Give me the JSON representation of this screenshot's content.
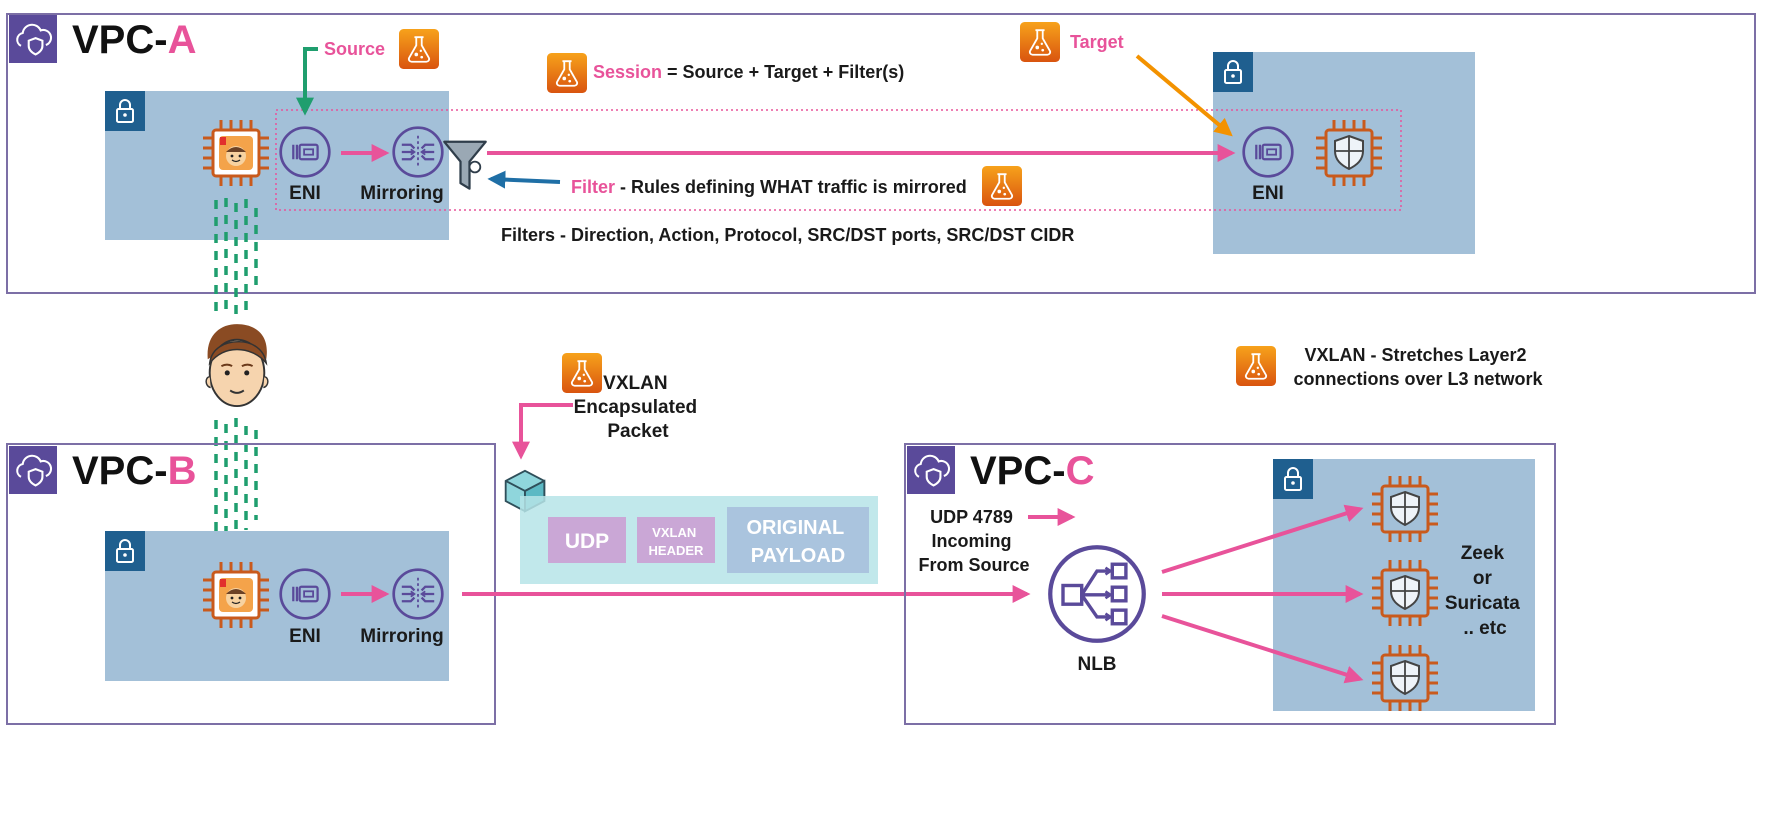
{
  "colors": {
    "pink": "#e8539a",
    "green": "#1f9e6e",
    "blue": "#1f6fa6",
    "orange": "#f39200",
    "purple": "#5a4a9a",
    "subnet": "#a3c0d8",
    "subnet_dark": "#1f5f8f",
    "chip": "#c95a1c",
    "border": "#7c6fa6"
  },
  "vpc_a": {
    "prefix": "VPC-",
    "letter": "A",
    "icon": "vpc-cloud-shield-icon"
  },
  "vpc_b": {
    "prefix": "VPC-",
    "letter": "B",
    "icon": "vpc-cloud-shield-icon"
  },
  "vpc_c": {
    "prefix": "VPC-",
    "letter": "C",
    "icon": "vpc-cloud-shield-icon"
  },
  "labels": {
    "source": "Source",
    "target": "Target",
    "session_word": "Session",
    "session_rest": " = Source + Target + Filter(s)",
    "filter_word": "Filter",
    "filter_rest": " - Rules defining WHAT traffic is mirrored",
    "filters_line": "Filters - Direction, Action, Protocol, SRC/DST ports, SRC/DST CIDR",
    "eni": "ENI",
    "mirroring": "Mirroring",
    "vxlan_packet": [
      "VXLAN",
      "Encapsulated",
      "Packet"
    ],
    "vxlan_note": [
      "VXLAN - Stretches Layer2",
      "connections over L3 network"
    ],
    "udp_incoming": [
      "UDP 4789",
      "Incoming",
      "From Source"
    ],
    "nlb": "NLB",
    "tools": [
      "Zeek",
      "or",
      "Suricata",
      ".. etc"
    ]
  },
  "packet": {
    "udp": "UDP",
    "vxlan_header": [
      "VXLAN",
      "HEADER"
    ],
    "payload": [
      "ORIGINAL",
      "PAYLOAD"
    ]
  },
  "icons": [
    "subnet-lock-icon",
    "ec2-instance-icon",
    "eni-icon",
    "mirroring-icon",
    "filter-funnel-icon",
    "mirror-flask-icon",
    "user-avatar-icon",
    "cube-icon",
    "nlb-icon",
    "security-appliance-icon"
  ]
}
